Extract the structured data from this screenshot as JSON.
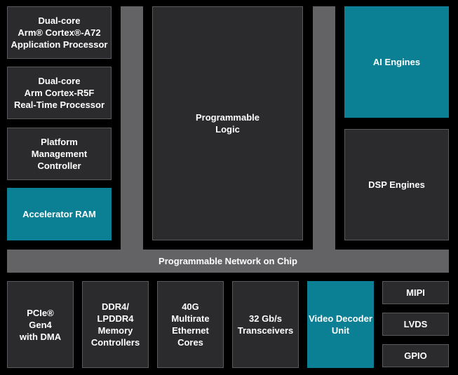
{
  "blocks": {
    "a72": "Dual-core\nArm® Cortex®-A72\nApplication Processor",
    "r5f": "Dual-core\nArm Cortex-R5F\nReal-Time Processor",
    "pmc": "Platform\nManagement\nController",
    "acc_ram": "Accelerator RAM",
    "pl": "Programmable\nLogic",
    "ai": "AI Engines",
    "dsp": "DSP Engines",
    "noc": "Programmable Network on Chip",
    "pcie": "PCIe®\nGen4\nwith DMA",
    "ddr": "DDR4/\nLPDDR4\nMemory\nControllers",
    "eth": "40G\nMultirate\nEthernet\nCores",
    "xcvr": "32 Gb/s\nTransceivers",
    "vdu": "Video Decoder\nUnit",
    "mipi": "MIPI",
    "lvds": "LVDS",
    "gpio": "GPIO"
  },
  "colors": {
    "accent": "#0b7f93",
    "block": "#2b2b2d",
    "interconnect": "#636366"
  }
}
